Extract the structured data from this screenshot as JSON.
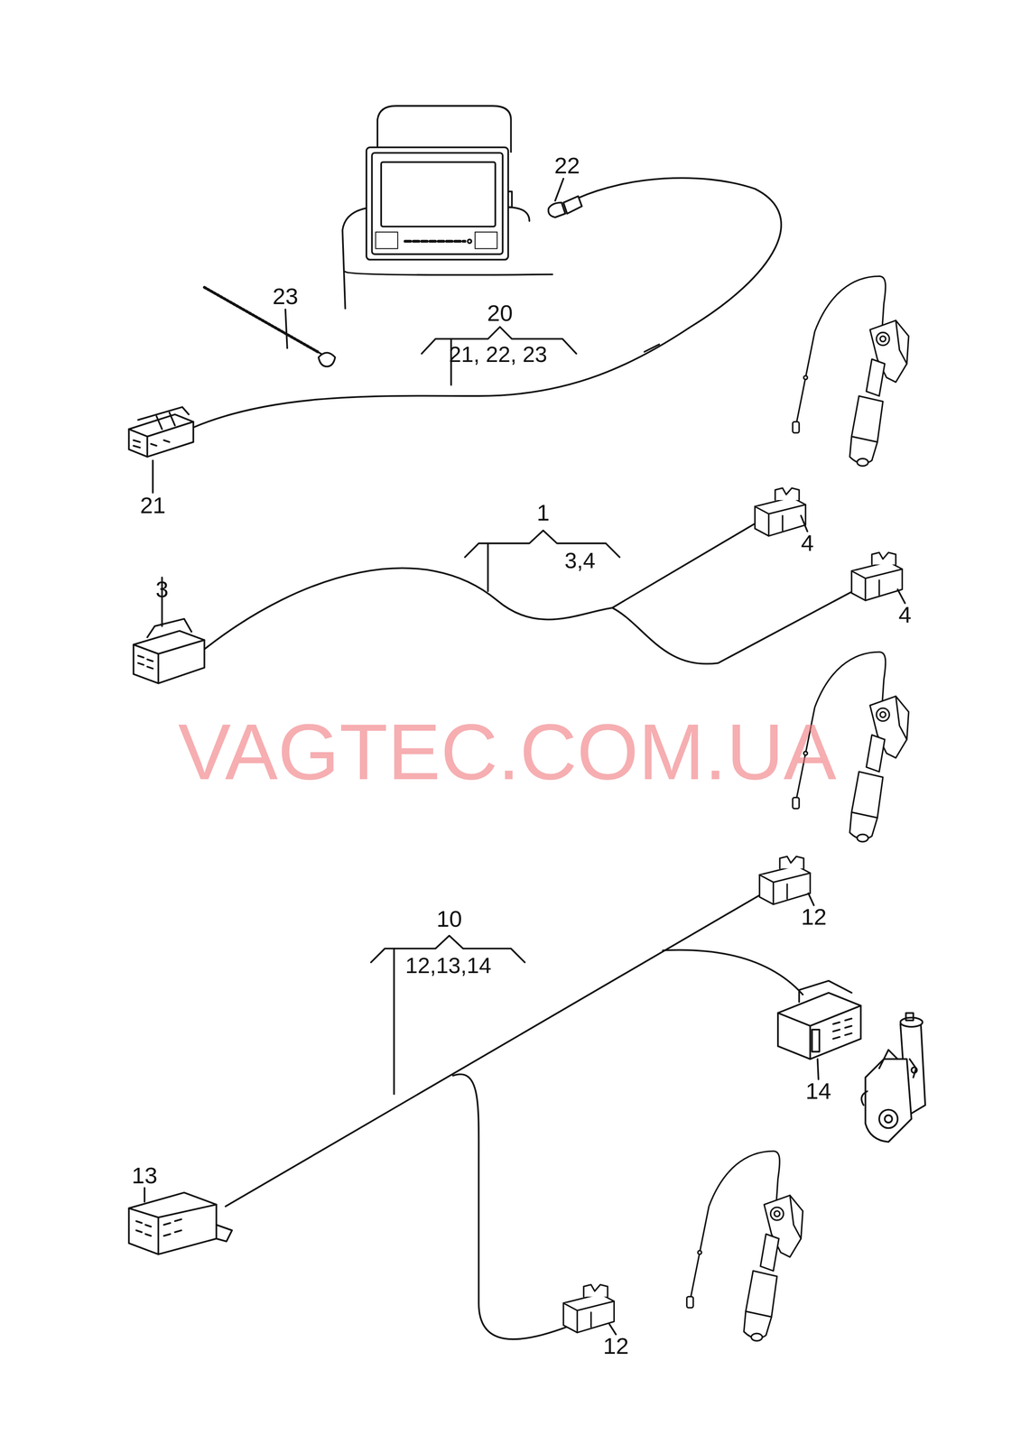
{
  "diagram": {
    "labels": [
      "22",
      "23",
      "20",
      "21, 22, 23",
      "21",
      "1",
      "3,4",
      "4",
      "3",
      "4",
      "VAGTEC.COM.UA",
      "10",
      "12,13,14",
      "12",
      "14",
      "13",
      "12"
    ]
  }
}
